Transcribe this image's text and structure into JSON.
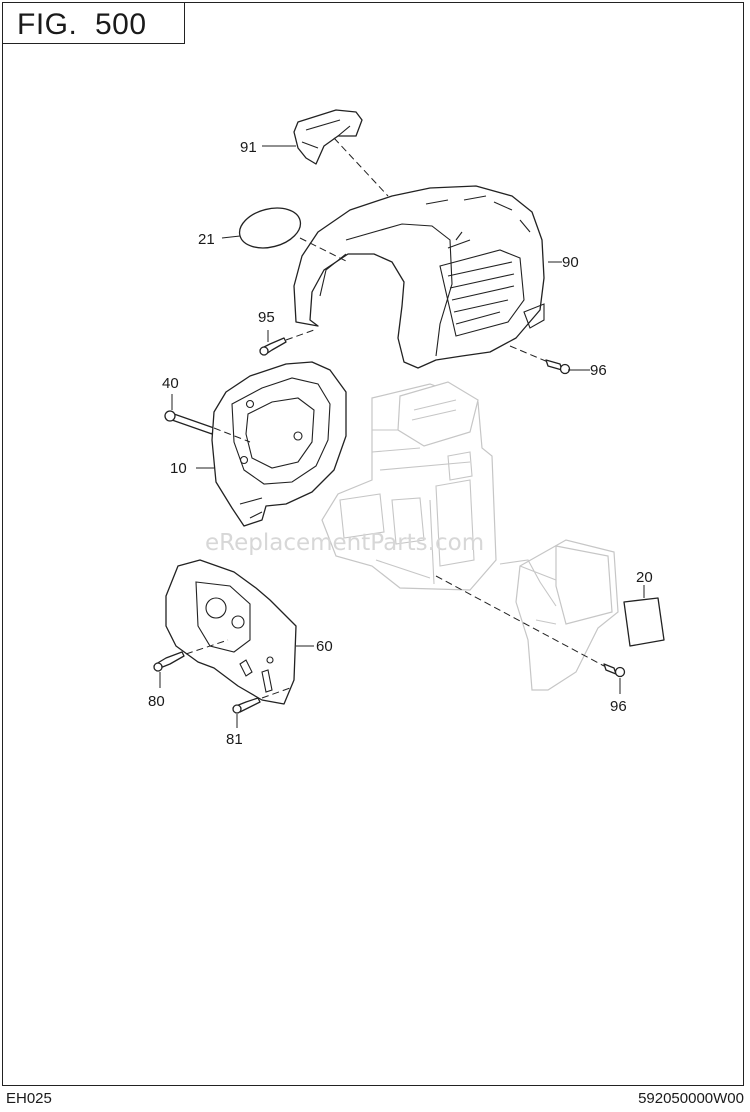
{
  "figure": {
    "title": "FIG.  500"
  },
  "footer": {
    "model": "EH025",
    "drawing_number": "592050000W00"
  },
  "watermark": "eReplacementParts.com",
  "callouts": {
    "c91": "91",
    "c21": "21",
    "c90": "90",
    "c95": "95",
    "c96a": "96",
    "c40": "40",
    "c10": "10",
    "c20": "20",
    "c60": "60",
    "c80": "80",
    "c96b": "96",
    "c81": "81"
  }
}
